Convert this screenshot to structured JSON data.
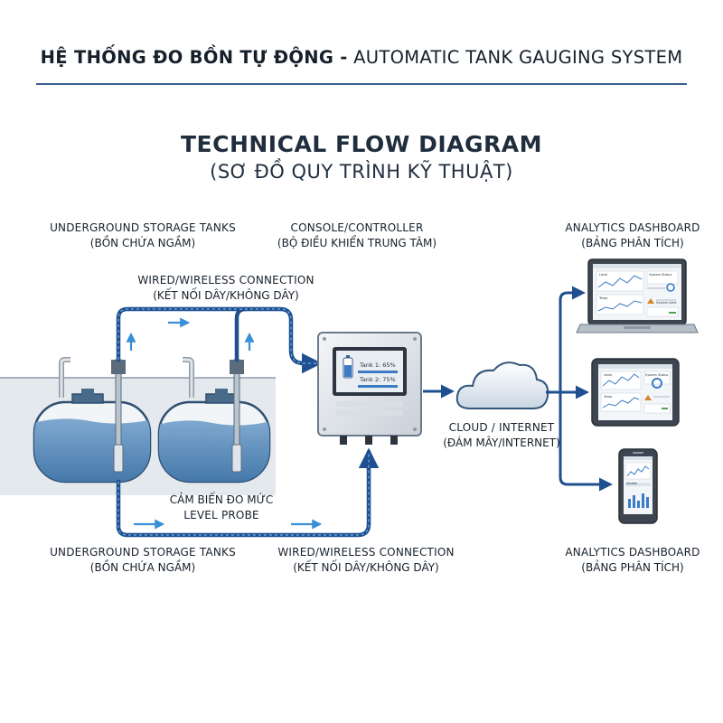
{
  "header": {
    "title_vi": "HỆ THỐNG ĐO BỒN TỰ ĐỘNG -",
    "title_en": " AUTOMATIC TANK GAUGING SYSTEM"
  },
  "diagram": {
    "title": "TECHNICAL FLOW DIAGRAM",
    "subtitle": "(SƠ ĐỒ QUY TRÌNH KỸ THUẬT)"
  },
  "labels": {
    "tanks_top": {
      "en": "UNDERGROUND STORAGE TANKS",
      "vi": "(BỒN CHỨA NGẦM)"
    },
    "console": {
      "en": "CONSOLE/CONTROLLER",
      "vi": "(BỘ ĐIỀU KHIỂN TRUNG TÂM)"
    },
    "dashboard_top": {
      "en": "ANALYTICS DASHBOARD",
      "vi": "(BẢNG PHÂN TÍCH)"
    },
    "wired_top": {
      "en": "WIRED/WIRELESS CONNECTION",
      "vi": "(KẾT NỐI DÂY/KHÔNG DÂY)"
    },
    "cloud": {
      "en": "CLOUD / INTERNET",
      "vi": "(ĐÁM MÂY/INTERNET)"
    },
    "probe": {
      "vi": "CẢM BIẾN ĐO MỨC",
      "en": "LEVEL PROBE"
    },
    "tanks_bottom": {
      "en": "UNDERGROUND STORAGE TANKS",
      "vi": "(BỒN CHỨA NGẦM)"
    },
    "wired_bottom": {
      "en": "WIRED/WIRELESS CONNECTION",
      "vi": "(KẾT NỐI DÂY/KHÔNG DÂY)"
    },
    "dashboard_bottom": {
      "en": "ANALYTICS DASHBOARD",
      "vi": "(BẢNG PHÂN TÍCH)"
    }
  },
  "console_screen": {
    "tank1": "Tank 1: 65%",
    "tank2": "Tank 2: 75%"
  },
  "screens": {
    "level": "Level",
    "temp": "Temp",
    "status": "System Status",
    "alert": "System Alert",
    "update": "Update"
  },
  "colors": {
    "pipe": "#1f4f8f",
    "arrow": "#3b8fd6",
    "water": "#4f86b8",
    "tank_outline": "#2f4f6f",
    "ground": "#e4e9ee"
  }
}
